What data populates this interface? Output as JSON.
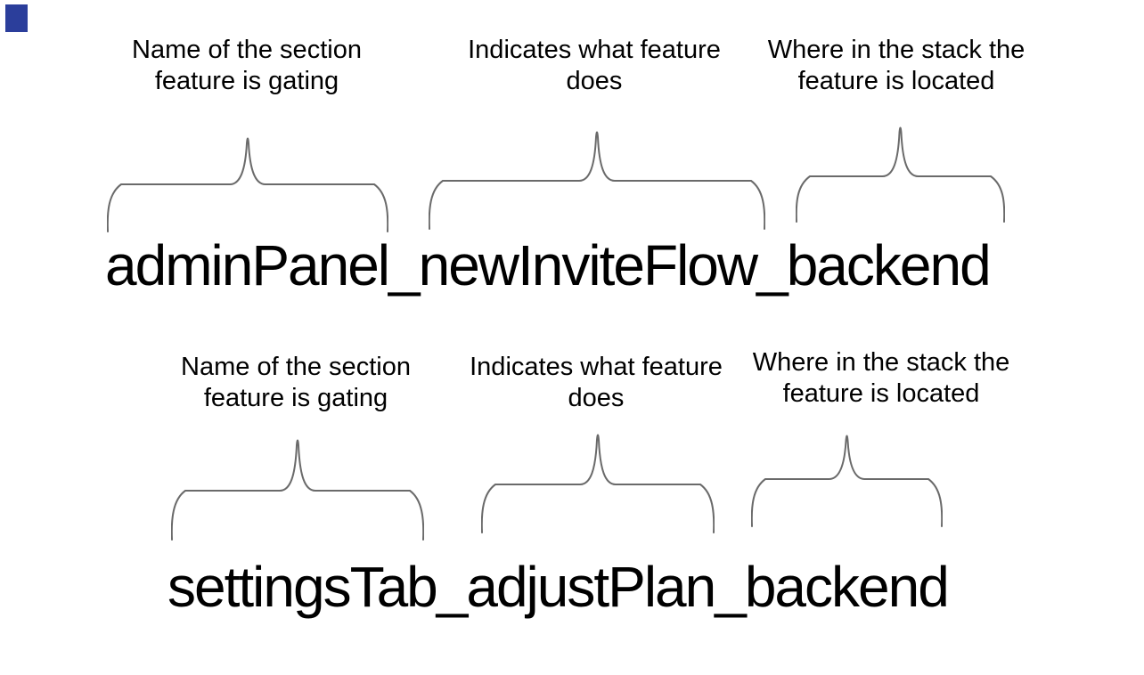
{
  "colors": {
    "background": "#ffffff",
    "text": "#000000",
    "brace": "#6a6a6a",
    "accent_square": "#2b3e9b"
  },
  "groups": [
    {
      "flag_name": "adminPanel_newInviteFlow_backend",
      "annotations": [
        {
          "label": "Name of the section\nfeature is gating"
        },
        {
          "label": "Indicates what feature\ndoes"
        },
        {
          "label": "Where in the stack the\nfeature is located"
        }
      ]
    },
    {
      "flag_name": "settingsTab_adjustPlan_backend",
      "annotations": [
        {
          "label": "Name of the section\nfeature is gating"
        },
        {
          "label": "Indicates what feature\ndoes"
        },
        {
          "label": "Where in the stack the\nfeature is located"
        }
      ]
    }
  ]
}
